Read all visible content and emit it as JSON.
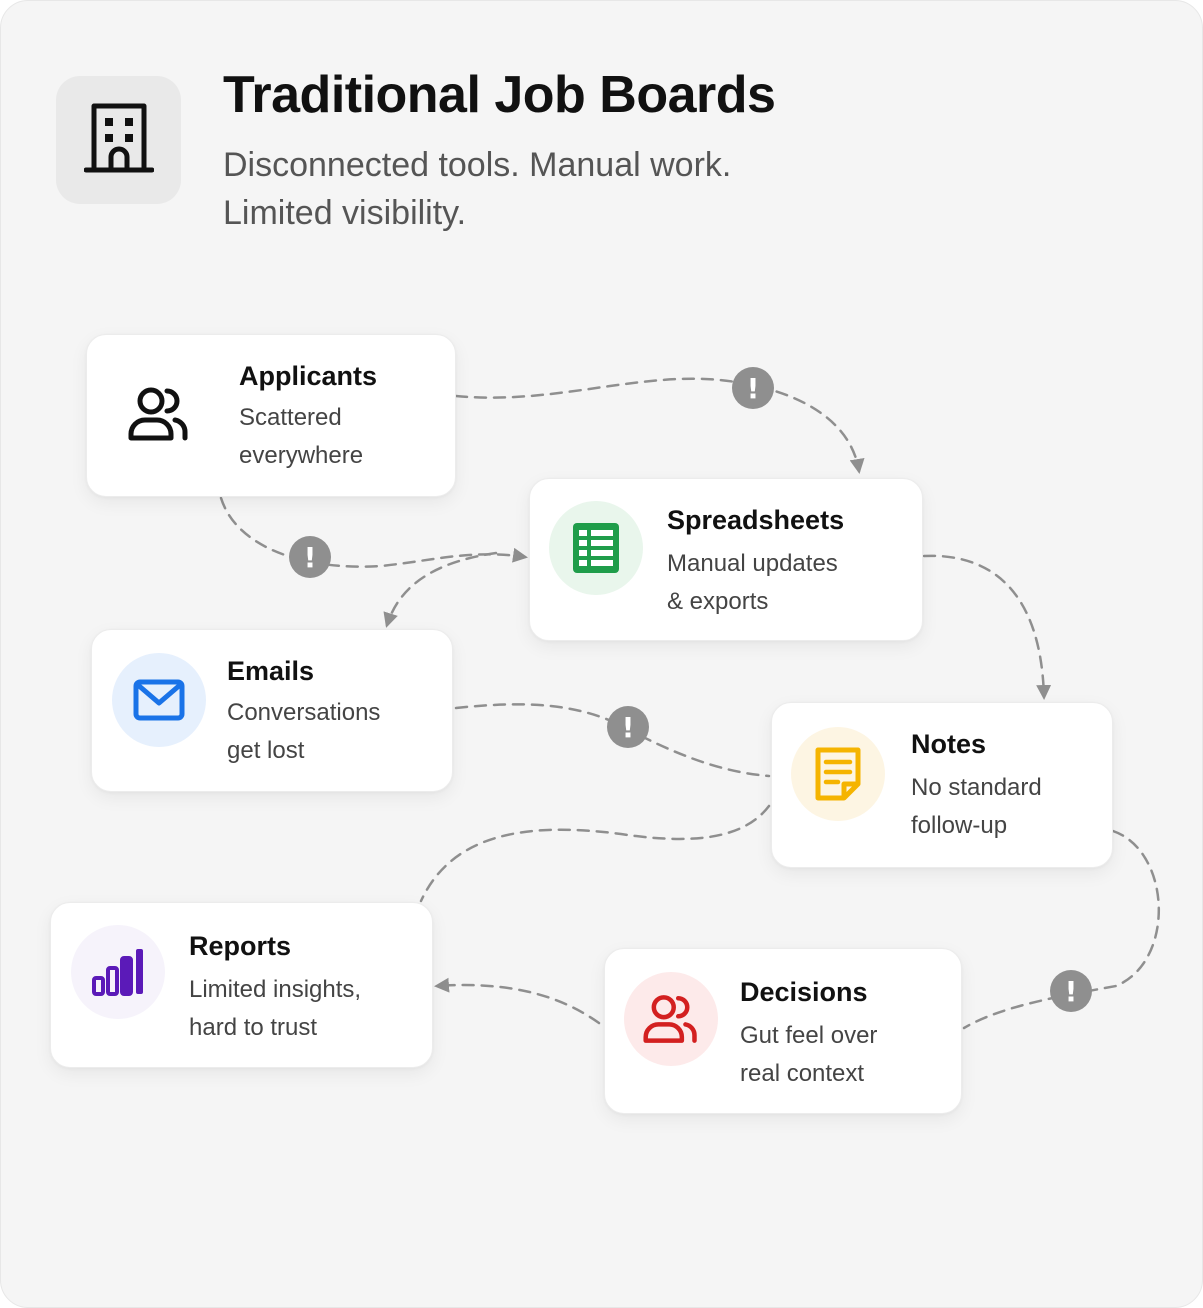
{
  "header": {
    "icon": "office-building-icon",
    "title": "Traditional Job Boards",
    "subtitle": "Disconnected tools. Manual work. Limited visibility."
  },
  "cards": {
    "applicants": {
      "title": "Applicants",
      "desc": "Scattered\neverywhere",
      "icon": "people-icon",
      "color": "#111111",
      "bg": "transparent"
    },
    "spreadsheets": {
      "title": "Spreadsheets",
      "desc": "Manual updates\n& exports",
      "icon": "spreadsheet-icon",
      "color": "#1f9d4a",
      "bg": "#e9f6ec"
    },
    "emails": {
      "title": "Emails",
      "desc": "Conversations\nget lost",
      "icon": "mail-icon",
      "color": "#1a73e8",
      "bg": "#e6f0fd"
    },
    "notes": {
      "title": "Notes",
      "desc": "No standard\nfollow-up",
      "icon": "note-icon",
      "color": "#f5b400",
      "bg": "#fdf5e3"
    },
    "reports": {
      "title": "Reports",
      "desc": "Limited insights,\nhard to trust",
      "icon": "bar-chart-icon",
      "color": "#5b1ab8",
      "bg": "#f6f3fb"
    },
    "decisions": {
      "title": "Decisions",
      "desc": "Gut feel over\nreal context",
      "icon": "people-icon",
      "color": "#d32020",
      "bg": "#fdeaea"
    }
  },
  "warning_symbol": "!",
  "colors": {
    "connector": "#8f8f8f",
    "warning": "#8f8f8f"
  }
}
